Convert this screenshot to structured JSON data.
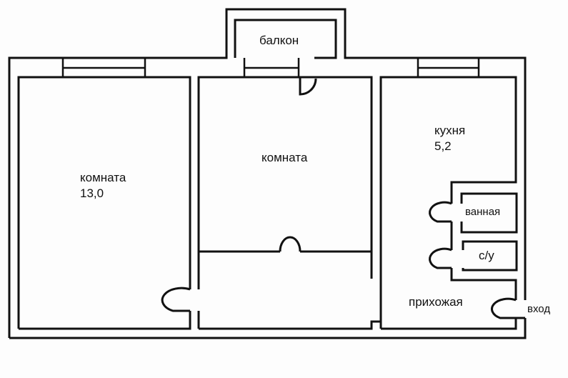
{
  "rooms": {
    "room1": {
      "name": "комната",
      "area": "13,0"
    },
    "room2": {
      "name": "комната"
    },
    "kitchen": {
      "name": "кухня",
      "area": "5,2"
    },
    "balcony": {
      "name": "балкон"
    },
    "bathroom": {
      "name": "ванная"
    },
    "toilet": {
      "name": "с/у"
    },
    "hall": {
      "name": "прихожая"
    },
    "entrance": {
      "name": "вход"
    }
  },
  "colors": {
    "wall": "#111111",
    "background": "#fdfdfd"
  }
}
